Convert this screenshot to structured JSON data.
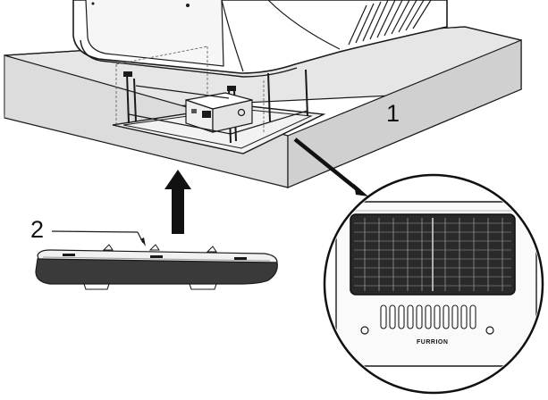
{
  "callouts": {
    "item_1": "1",
    "item_2": "2"
  },
  "detail_view": {
    "brand_label": "FURRION"
  },
  "colors": {
    "line": "#1a1a1a",
    "ceiling_fill": "#e2e2e2",
    "ceiling_side": "#cfcfcf",
    "shroud_fill": "#3a3a3a",
    "arrow": "#111111"
  }
}
